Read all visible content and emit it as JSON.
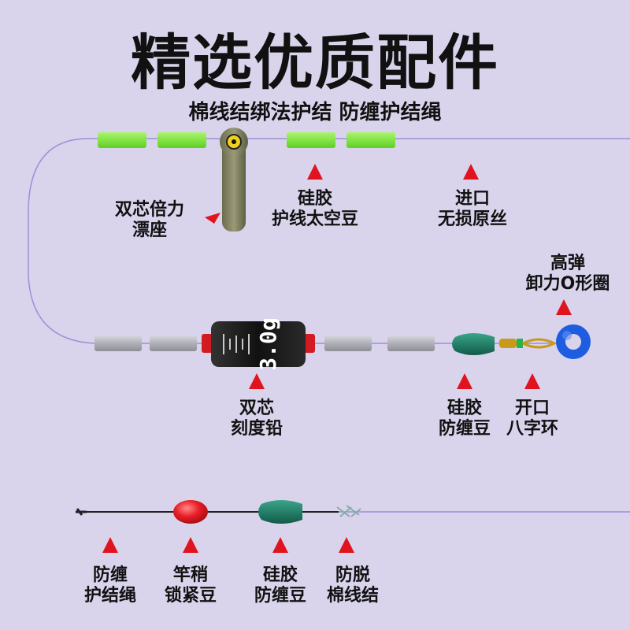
{
  "title": "精选优质配件",
  "subtitle": "棉线结绑法护结 防缠护结绳",
  "lead_weight": {
    "text": "3.0g"
  },
  "labels": {
    "float_seat": [
      "双芯倍力",
      "漂座"
    ],
    "silicone_bean": [
      "硅胶",
      "护线太空豆"
    ],
    "imported_line": [
      "进口",
      "无损原丝"
    ],
    "elastic_ring": [
      "高弹",
      "卸力O形圈"
    ],
    "scale_lead": [
      "双芯",
      "刻度铅"
    ],
    "anti_tangle_bean": [
      "硅胶",
      "防缠豆"
    ],
    "open_ring": [
      "开口",
      "八字环"
    ],
    "anti_tangle_rope": [
      "防缠",
      "护结绳"
    ],
    "rod_tip_bean": [
      "竿稍",
      "锁紧豆"
    ],
    "anti_tangle_bean_2": [
      "硅胶",
      "防缠豆"
    ],
    "anti_slip_knot": [
      "防脱",
      "棉线结"
    ]
  },
  "colors": {
    "background": "#d9d4ec",
    "arrow": "#e0141e",
    "green_bead": "#7ee83c",
    "grey_bead": "#b8b8c0",
    "line": "#9d8fd6"
  }
}
